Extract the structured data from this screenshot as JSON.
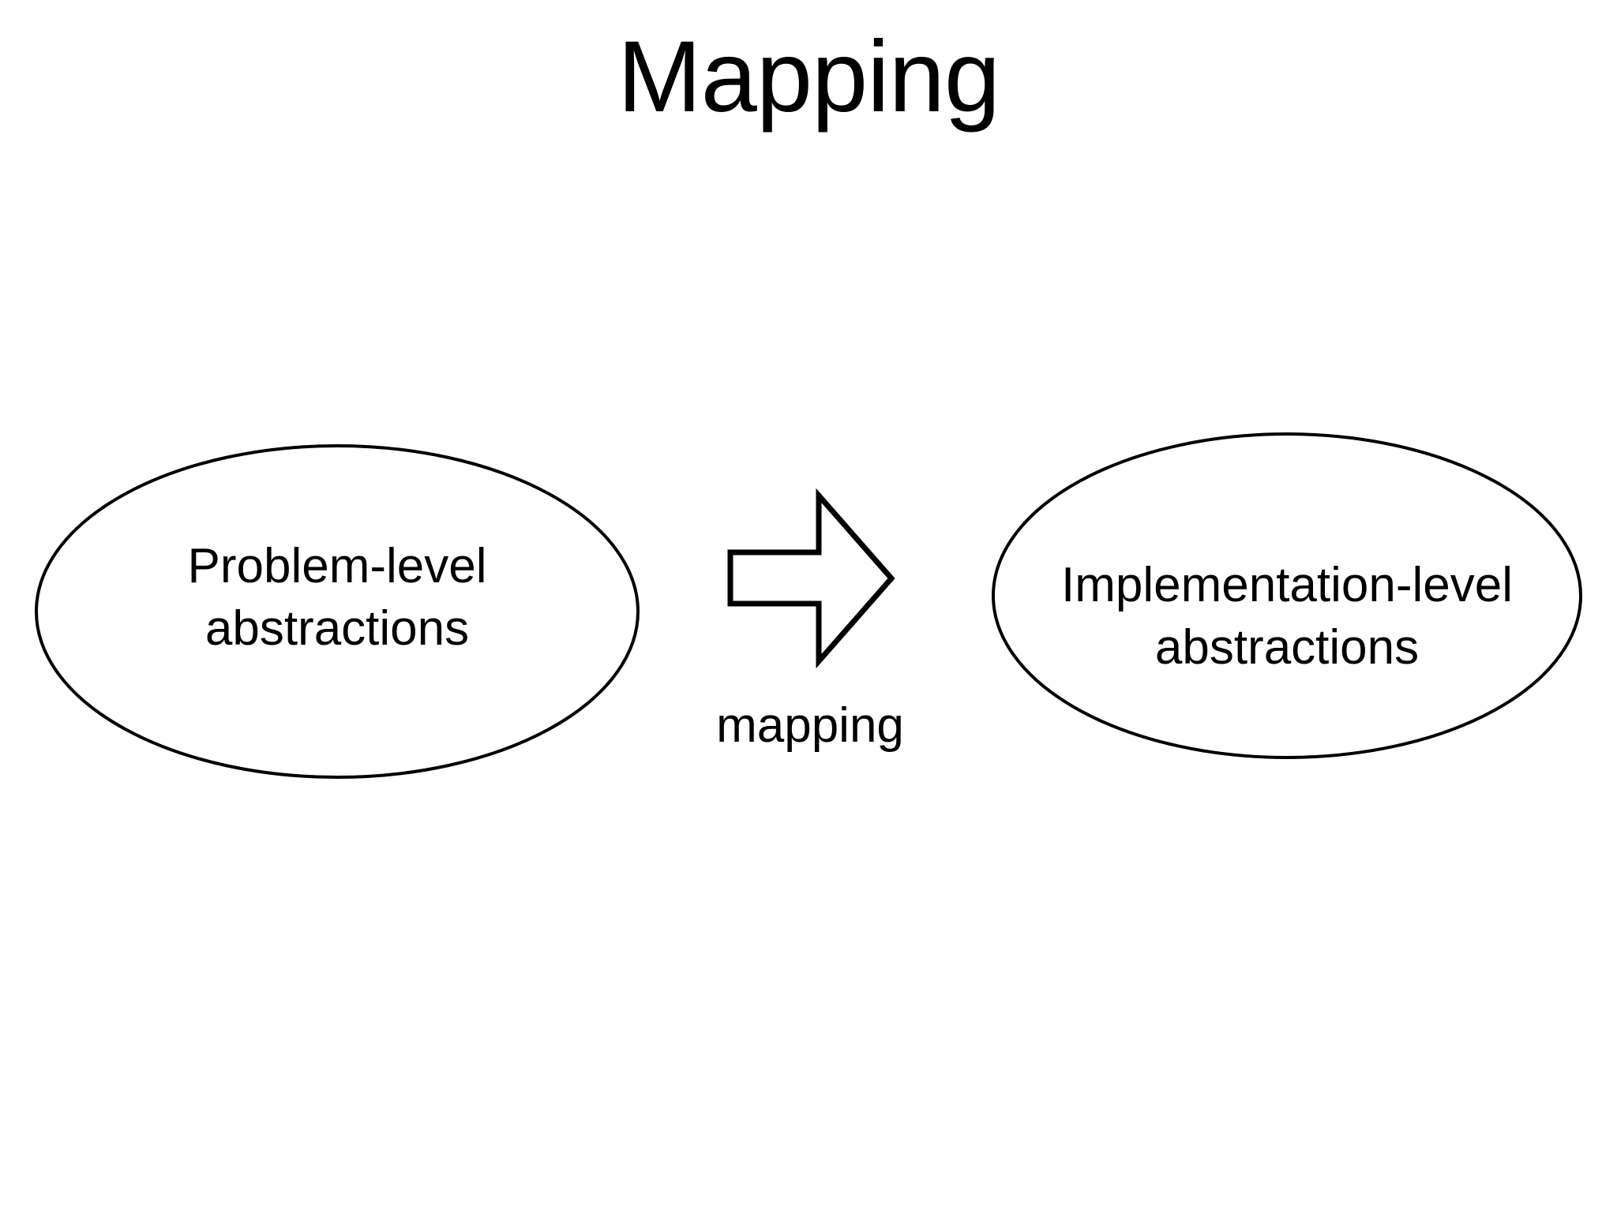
{
  "slide": {
    "title": "Mapping",
    "background_color": "#ffffff",
    "foreground_color": "#000000"
  },
  "diagram": {
    "type": "flow",
    "nodes": [
      {
        "id": "problem-level",
        "shape": "ellipse",
        "line_1": "Problem-level",
        "line_2": "abstractions",
        "stroke_color": "#000000",
        "fill_color": "#ffffff"
      },
      {
        "id": "implementation-level",
        "shape": "ellipse",
        "line_1": "Implementation-level",
        "line_2": "abstractions",
        "stroke_color": "#000000",
        "fill_color": "#ffffff"
      }
    ],
    "edges": [
      {
        "id": "mapping-arrow",
        "from": "problem-level",
        "to": "implementation-level",
        "label": "mapping",
        "direction": "right",
        "style": "block-arrow-outline",
        "stroke_color": "#000000",
        "fill_color": "#ffffff"
      }
    ]
  }
}
